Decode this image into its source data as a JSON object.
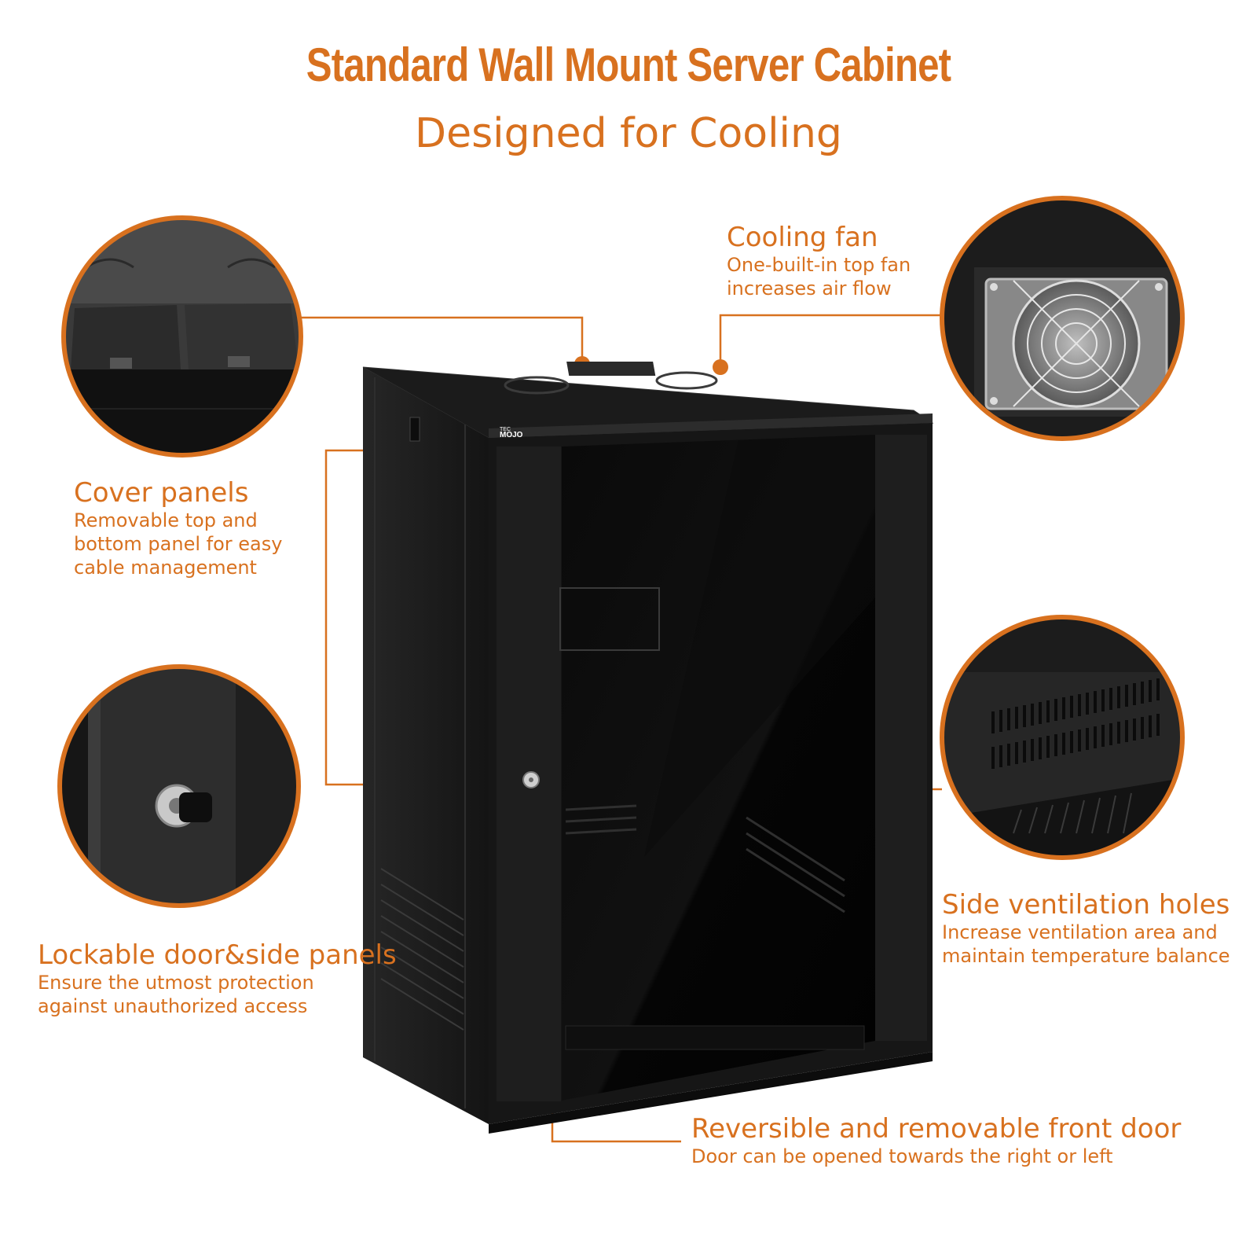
{
  "header": {
    "title": "Standard Wall Mount Server Cabinet",
    "subtitle": "Designed for Cooling"
  },
  "callouts": {
    "cooling_fan": {
      "heading": "Cooling fan",
      "lines": [
        "One-built-in top fan",
        "increases air flow"
      ]
    },
    "cover_panels": {
      "heading": "Cover panels",
      "lines": [
        "Removable top and",
        "bottom panel for easy",
        "cable management"
      ]
    },
    "lockable": {
      "heading": "Lockable door&side panels",
      "lines": [
        "Ensure the utmost protection",
        "against unauthorized access"
      ]
    },
    "side_vents": {
      "heading": "Side ventilation holes",
      "lines": [
        "Increase ventilation area and",
        "maintain temperature balance"
      ]
    },
    "front_door": {
      "heading": "Reversible and removable front door",
      "lines": [
        "Door can be opened towards the right or left"
      ]
    }
  },
  "brand_logo": {
    "small": "TEC",
    "large": "MOJO"
  },
  "colors": {
    "accent": "#d8711f",
    "cabinet": "#151515",
    "background": "#ffffff"
  }
}
